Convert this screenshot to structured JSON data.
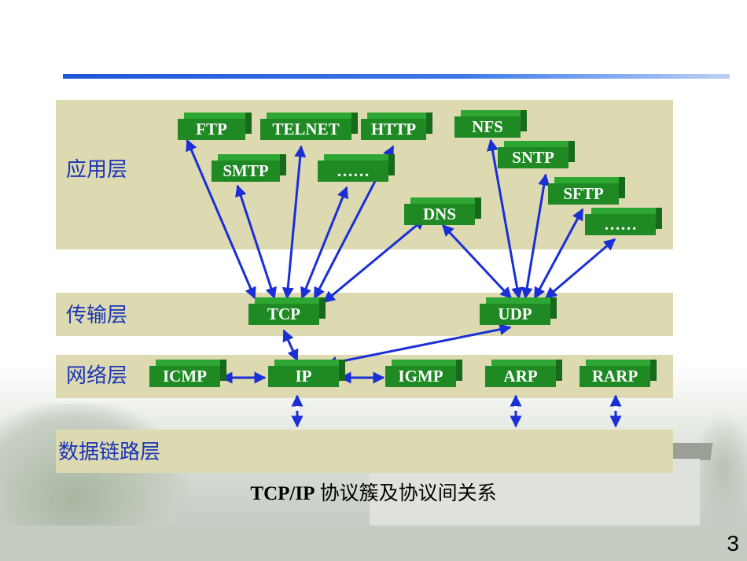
{
  "layers": {
    "application": "应用层",
    "transport": "传输层",
    "network": "网络层",
    "datalink": "数据链路层"
  },
  "protocols": {
    "ftp": "FTP",
    "telnet": "TELNET",
    "http": "HTTP",
    "nfs": "NFS",
    "smtp": "SMTP",
    "app_more_tcp": "……",
    "sntp": "SNTP",
    "sftp": "SFTP",
    "dns": "DNS",
    "app_more_udp": "……",
    "tcp": "TCP",
    "udp": "UDP",
    "icmp": "ICMP",
    "ip": "IP",
    "igmp": "IGMP",
    "arp": "ARP",
    "rarp": "RARP"
  },
  "caption": {
    "latin": "TCP/IP",
    "cjk": "协议簇及协议间关系"
  },
  "page_number": "3",
  "colors": {
    "box": "#1f8a24",
    "arrow": "#1a2fd6",
    "band": "#ddd9b0",
    "label": "#1a35b8"
  }
}
